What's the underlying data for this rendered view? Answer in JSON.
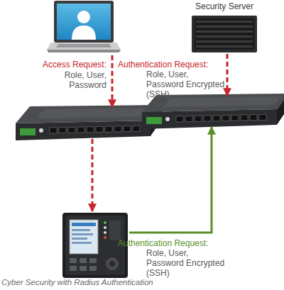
{
  "diagram": {
    "caption": "Cyber Security with Radius Authentication",
    "nodes": [
      {
        "text": []
      },
      {
        "text": [
          "Security Server"
        ]
      },
      {
        "text": []
      },
      {
        "text": []
      },
      {
        "text": []
      }
    ],
    "edges": [
      {
        "from": 0,
        "to": 2,
        "arrow": "to",
        "label": "Access Request:"
      },
      {
        "from": 1,
        "to": 3,
        "arrow": "to",
        "label": "Authentication Request:"
      },
      {
        "from": 2,
        "to": 4,
        "arrow": "to"
      },
      {
        "from": 4,
        "to": 3,
        "arrow": "to",
        "label": "Authentication Request:"
      }
    ],
    "labels": [
      "Role, User, Password",
      "Role, User, Password Encrypted (SSH)",
      "Role, User, Password Encrypted (SSH)"
    ]
  }
}
